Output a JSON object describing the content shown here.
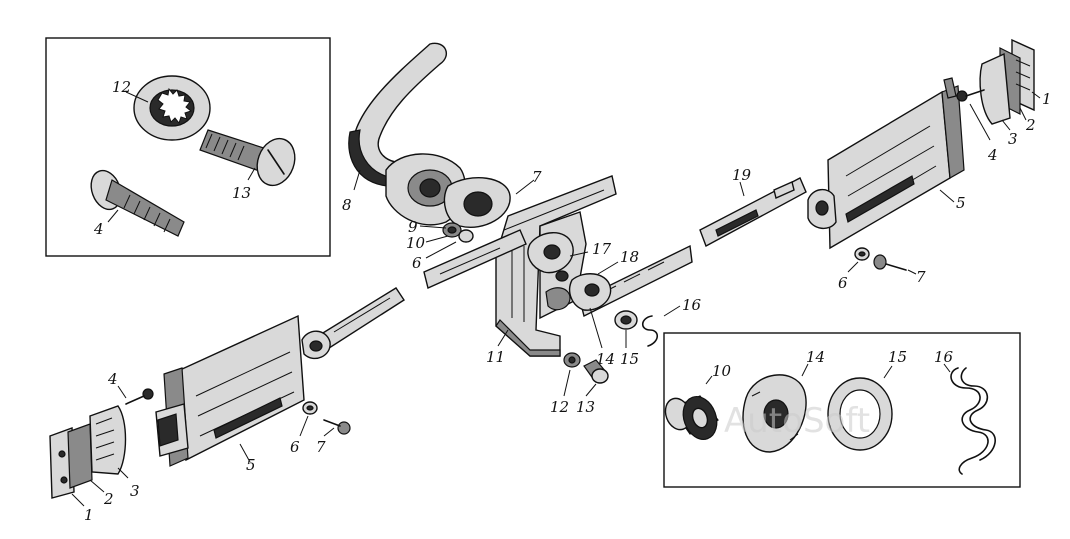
{
  "labels": {
    "inset_left": {
      "l12": "12",
      "l13": "13",
      "l4": "4"
    },
    "handle": {
      "l8": "8",
      "l9": "9",
      "l10": "10",
      "l6": "6",
      "l7": "7"
    },
    "center": {
      "l17": "17",
      "l18": "18",
      "l16": "16",
      "l14": "14",
      "l15": "15",
      "l11": "11",
      "l12": "12",
      "l13": "13"
    },
    "right_latch": {
      "l19": "19",
      "l1": "1",
      "l2": "2",
      "l3": "3",
      "l4": "4",
      "l5": "5",
      "l6": "6",
      "l7": "7"
    },
    "left_latch": {
      "l4": "4",
      "l1": "1",
      "l2": "2",
      "l3": "3",
      "l5": "5",
      "l6": "6",
      "l7": "7"
    },
    "inset_right": {
      "l10": "10",
      "l14": "14",
      "l15": "15",
      "l16": "16"
    }
  },
  "watermark": "AutoSoft"
}
